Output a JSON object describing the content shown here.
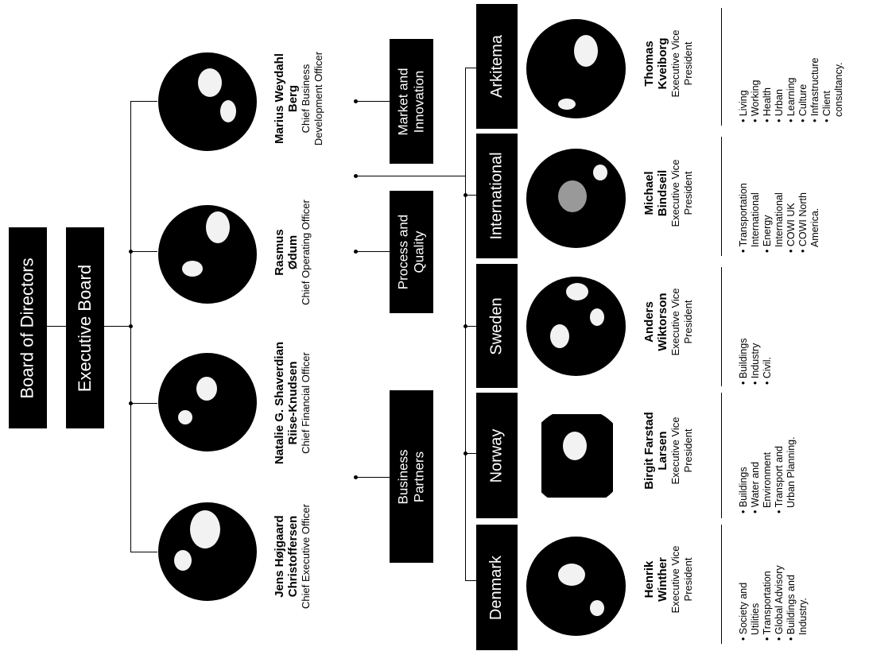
{
  "board": {
    "label": "Board of Directors"
  },
  "executive": {
    "label": "Executive Board"
  },
  "executives": [
    {
      "name1": "Jens Højgaard",
      "name2": "Christoffersen",
      "title": "Chief Executive Officer"
    },
    {
      "name1": "Natalie G. Shaverdian",
      "name2": "Riise-Knudsen",
      "title": "Chief Financial Officer"
    },
    {
      "name1": "Rasmus",
      "name2": "Ødum",
      "title": "Chief Operating Officer"
    },
    {
      "name1": "Marius Weydahl",
      "name2": "Berg",
      "title1": "Chief Business",
      "title2": "Development Officer"
    }
  ],
  "functions": [
    {
      "line1": "Business",
      "line2": "Partners"
    },
    {
      "line1": "Process and",
      "line2": "Quality"
    },
    {
      "line1": "Market and",
      "line2": "Innovation"
    }
  ],
  "units": [
    {
      "label": "Denmark",
      "name1": "Henrik",
      "name2": "Winther",
      "title1": "Executive Vice",
      "title2": "President",
      "items": [
        "Society and",
        "+Utilities",
        "Transportation",
        "Global Advisory",
        "Buildings and",
        "+Industry."
      ]
    },
    {
      "label": "Norway",
      "name1": "Birgit Farstad",
      "name2": "Larsen",
      "title1": "Executive Vice",
      "title2": "President",
      "items": [
        "Buildings",
        "Water and",
        "+Environment",
        "Transport and",
        "+Urban Planning."
      ]
    },
    {
      "label": "Sweden",
      "name1": "Anders",
      "name2": "Wiktorson",
      "title1": "Executive Vice",
      "title2": "President",
      "items": [
        "Buildings",
        "Industry",
        "Civil."
      ]
    },
    {
      "label": "International",
      "name1": "Michael",
      "name2": "Bindseil",
      "title1": "Executive Vice",
      "title2": "President",
      "items": [
        "Transportation",
        "+International",
        "Energy",
        "+International",
        "COWI UK",
        "COWI North",
        "+America."
      ]
    },
    {
      "label": "Arkitema",
      "name1": "Thomas",
      "name2": "Kveiborg",
      "title1": "Executive Vice",
      "title2": "President",
      "items": [
        "Living",
        "Working",
        "Health",
        "Urban",
        "Learning",
        "Culture",
        "Infrastructure",
        "Client",
        "+consultancy."
      ]
    }
  ]
}
